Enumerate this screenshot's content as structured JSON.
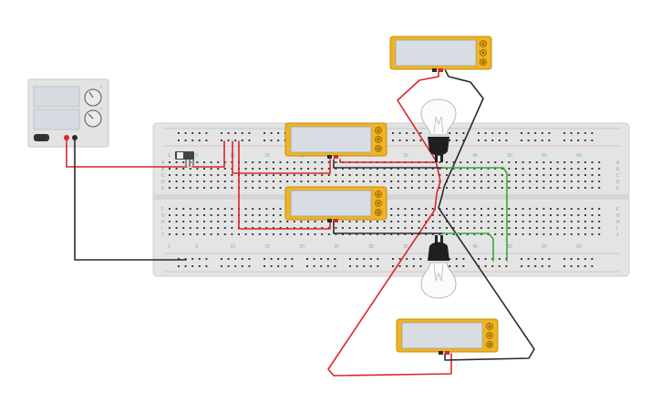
{
  "colors": {
    "wire_red": "#d9262a",
    "wire_black": "#2b2b2b",
    "wire_green": "#3aa935",
    "meter_body": "#f0b323",
    "meter_screen": "#d7dde2",
    "breadboard": "#e4e4e4",
    "power_supply": "#e3e3e3"
  },
  "breadboard": {
    "top_columns": [
      "1",
      "5",
      "10",
      "15",
      "20",
      "25",
      "30",
      "35",
      "40",
      "45",
      "50",
      "55",
      "60"
    ],
    "bottom_columns": [
      "1",
      "5",
      "10",
      "15",
      "20",
      "25",
      "30",
      "35",
      "40",
      "45",
      "50",
      "55",
      "60"
    ],
    "rows_top": [
      "A",
      "B",
      "C",
      "D",
      "E"
    ],
    "rows_bottom": [
      "F",
      "G",
      "H",
      "I",
      "J"
    ]
  },
  "power_supply": {
    "name": "dc-power-supply",
    "unit_labels": [
      "A",
      "V"
    ]
  },
  "multimeters": [
    {
      "name": "multimeter-top",
      "buttons": [
        "A",
        "V",
        "Ω"
      ]
    },
    {
      "name": "multimeter-upper-board",
      "buttons": [
        "A",
        "V",
        "Ω"
      ]
    },
    {
      "name": "multimeter-lower-board",
      "buttons": [
        "A",
        "V",
        "Ω"
      ]
    },
    {
      "name": "multimeter-bottom",
      "buttons": [
        "A",
        "V",
        "Ω"
      ]
    }
  ],
  "components": {
    "switch": "slide-switch",
    "bulbs": [
      "light-bulb-upper",
      "light-bulb-lower"
    ]
  }
}
